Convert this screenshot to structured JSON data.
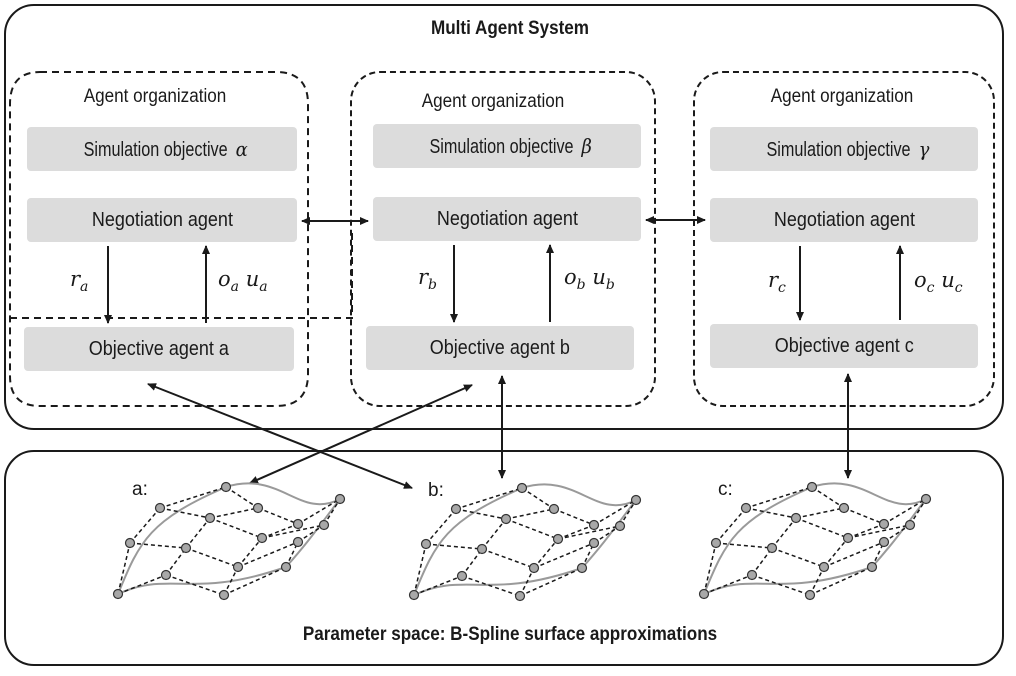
{
  "mas": {
    "title": "Multi Agent System"
  },
  "param": {
    "title": "Parameter space: B-Spline surface approximations"
  },
  "organizations": [
    {
      "title": "Agent organization",
      "objective": "Simulation objective ",
      "objective_symbol": "α",
      "negotiation": "Negotiation agent",
      "agent": "Objective agent a",
      "r": "r",
      "r_sub": "a",
      "o": "o",
      "o_sub": "a",
      "u": "u",
      "u_sub": "a"
    },
    {
      "title": "Agent organization",
      "objective": "Simulation objective ",
      "objective_symbol": "β",
      "negotiation": "Negotiation agent",
      "agent": "Objective agent b",
      "r": "r",
      "r_sub": "b",
      "o": "o",
      "o_sub": "b",
      "u": "u",
      "u_sub": "b"
    },
    {
      "title": "Agent organization",
      "objective": "Simulation objective ",
      "objective_symbol": "γ",
      "negotiation": "Negotiation agent",
      "agent": "Objective agent c",
      "r": "r",
      "r_sub": "c",
      "o": "o",
      "o_sub": "c",
      "u": "u",
      "u_sub": "c"
    }
  ],
  "meshes": [
    {
      "label": "a:"
    },
    {
      "label": "b:"
    },
    {
      "label": "c:"
    }
  ]
}
